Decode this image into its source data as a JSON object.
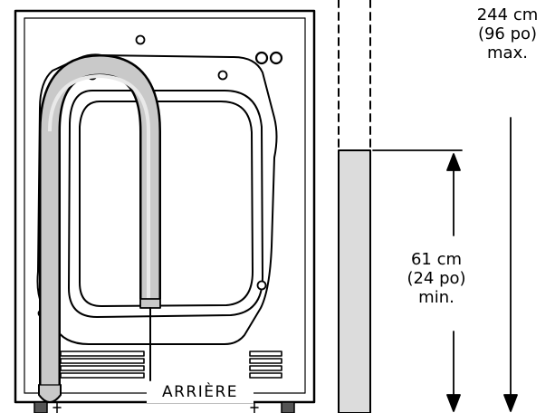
{
  "labels": {
    "rear": "ARRIÈRE",
    "max_height": {
      "metric": "244 cm",
      "imperial": "(96 po)",
      "qualifier": "max."
    },
    "min_height": {
      "metric": "61 cm",
      "imperial": "(24 po)",
      "qualifier": "min."
    }
  }
}
